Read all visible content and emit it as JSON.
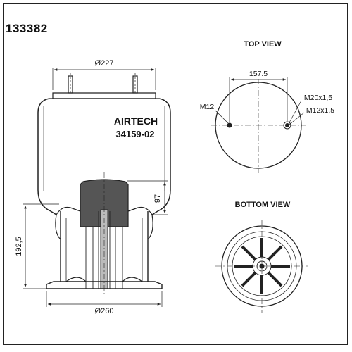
{
  "part_number": "133382",
  "brand": "AIRTECH",
  "model": "34159-02",
  "top_view": {
    "title": "TOP VIEW",
    "dim_spacing": "157.5",
    "left_thread": "M12",
    "right_thread_1": "M20x1,5",
    "right_thread_2": "M12x1,5"
  },
  "bottom_view": {
    "title": "BOTTOM VIEW"
  },
  "side_view": {
    "dim_top_diameter": "Ø227",
    "dim_bottom_diameter": "Ø260",
    "dim_height_97": "97",
    "dim_height_192": "192,5"
  },
  "colors": {
    "line": "#222222",
    "background": "#ffffff"
  }
}
